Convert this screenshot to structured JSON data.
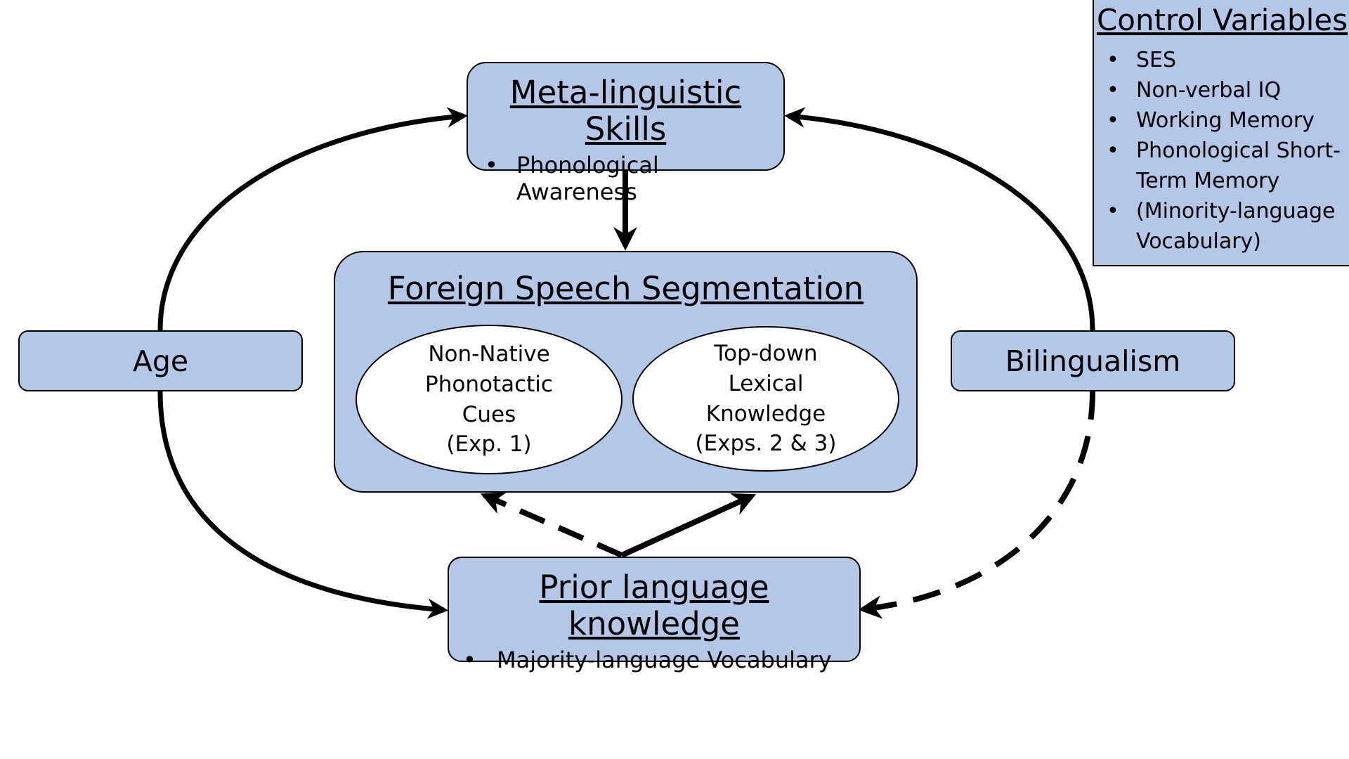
{
  "meta_skills": {
    "title": "Meta-linguistic Skills",
    "bullet": "Phonological Awareness"
  },
  "segmentation": {
    "title": "Foreign Speech Segmentation",
    "left_ellipse": "Non-Native\nPhonotactic\nCues\n(Exp. 1)",
    "right_ellipse": "Top-down\nLexical\nKnowledge\n(Exps. 2 & 3)"
  },
  "age": {
    "label": "Age"
  },
  "bilingualism": {
    "label": "Bilingualism"
  },
  "prior_knowledge": {
    "title": "Prior language knowledge",
    "bullet": "Majority-language Vocabulary"
  },
  "control_variables": {
    "title": "Control Variables",
    "items": [
      "SES",
      "Non-verbal IQ",
      "Working Memory",
      "Phonological Short-Term Memory",
      "(Minority-language Vocabulary)"
    ]
  },
  "bullet_glyph": "•"
}
